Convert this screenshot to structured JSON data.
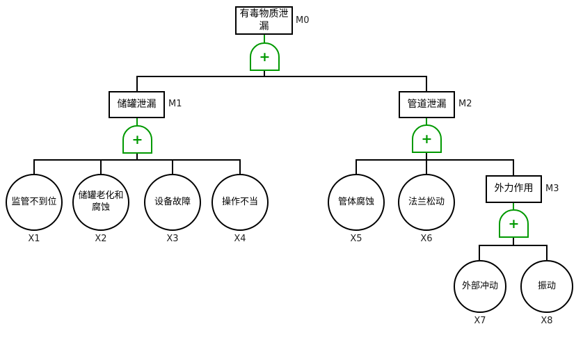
{
  "diagram": {
    "type": "fault-tree",
    "gate_symbol": "+",
    "colors": {
      "gate": "#009900",
      "line": "#000000",
      "shape_border": "#000000",
      "text": "#000000"
    }
  },
  "top_event": {
    "label": "有毒物质泄漏",
    "tag": "M0"
  },
  "intermediate_events": {
    "m1": {
      "label": "储罐泄漏",
      "tag": "M1"
    },
    "m2": {
      "label": "管道泄漏",
      "tag": "M2"
    },
    "m3": {
      "label": "外力作用",
      "tag": "M3"
    }
  },
  "basic_events": {
    "x1": {
      "label": "监管不到位",
      "tag": "X1"
    },
    "x2": {
      "label": "储罐老化和腐蚀",
      "tag": "X2"
    },
    "x3": {
      "label": "设备故障",
      "tag": "X3"
    },
    "x4": {
      "label": "操作不当",
      "tag": "X4"
    },
    "x5": {
      "label": "管体腐蚀",
      "tag": "X5"
    },
    "x6": {
      "label": "法兰松动",
      "tag": "X6"
    },
    "x7": {
      "label": "外部冲动",
      "tag": "X7"
    },
    "x8": {
      "label": "振动",
      "tag": "X8"
    }
  }
}
